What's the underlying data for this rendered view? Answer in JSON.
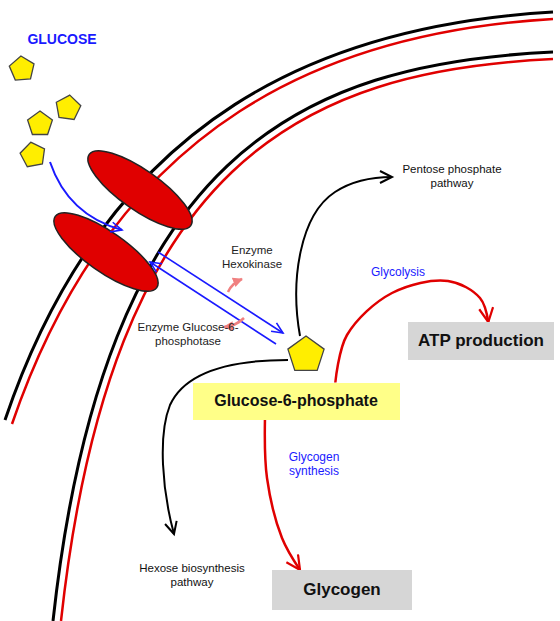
{
  "diagram": {
    "nodes": [
      {
        "text": [
          "ATP production"
        ]
      },
      {
        "text": [
          "Glucose-6-phosphate"
        ]
      },
      {
        "text": [
          "Glycogen"
        ]
      }
    ],
    "edges": [
      {
        "from": 1,
        "to": 0,
        "arrow": "to",
        "label": "Glycolysis"
      },
      {
        "from": 1,
        "to": 2,
        "arrow": "to",
        "label": "Glycogen synthesis"
      }
    ],
    "labels": [
      "GLUCOSE",
      "Pentose phosphate pathway",
      "Enzyme Hexokinase",
      "Enzyme Glucose-6-phosphotase",
      "Hexose biosynthesis pathway"
    ]
  }
}
